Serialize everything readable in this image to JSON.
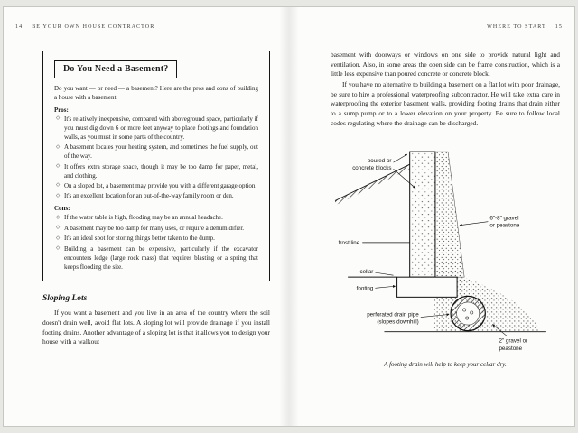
{
  "left_page": {
    "header": {
      "page_number": "14",
      "running_title": "BE YOUR OWN HOUSE CONTRACTOR"
    },
    "box": {
      "title": "Do You Need a Basement?",
      "intro": "Do you want — or need — a basement? Here are the pros and cons of building a house with a basement.",
      "bullet": "◇",
      "pros_label": "Pros:",
      "pros": [
        "It's relatively inexpensive, compared with aboveground space, particularly if you must dig down 6 or more feet anyway to place footings and foundation walls, as you must in some parts of the country.",
        "A basement locates your heating system, and sometimes the fuel supply, out of the way.",
        "It offers extra storage space, though it may be too damp for paper, metal, and clothing.",
        "On a sloped lot, a basement may provide you with a different garage option.",
        "It's an excellent location for an out-of-the-way family room or den."
      ],
      "cons_label": "Cons:",
      "cons": [
        "If the water table is high, flooding may be an annual headache.",
        "A basement may be too damp for many uses, or require a dehumidifier.",
        "It's an ideal spot for storing things better taken to the dump.",
        "Building a basement can be expensive, particularly if the excavator encounters ledge (large rock mass) that requires blasting or a spring that keeps flooding the site."
      ]
    },
    "section": {
      "heading": "Sloping Lots",
      "body": "If you want a basement and you live in an area of the country where the soil doesn't drain well, avoid flat lots. A sloping lot will provide drainage if you install footing drains. Another advantage of a sloping lot is that it allows you to design your house with a walkout"
    }
  },
  "right_page": {
    "header": {
      "running_title": "WHERE TO START",
      "page_number": "15"
    },
    "para1": "basement with doorways or windows on one side to provide natural light and ventilation. Also, in some areas the open side can be frame construction, which is a little less expensive than poured concrete or concrete block.",
    "para2": "If you have no alternative to building a basement on a flat lot with poor drainage, be sure to hire a professional waterproofing subcontractor. He will take extra care in waterproofing the exterior basement walls, providing footing drains that drain either to a sump pump or to a lower elevation on your property. Be sure to follow local codes regulating where the drainage can be discharged.",
    "diagram": {
      "labels": {
        "blocks_1": "poured or",
        "blocks_2": "concrete blocks",
        "gravel_top_1": "6\"-8\" gravel",
        "gravel_top_2": "or peastone",
        "frost_line": "frost line",
        "cellar": "cellar",
        "footing": "footing",
        "pipe_1": "perforated drain pipe",
        "pipe_2": "(slopes downhill)",
        "gravel_bottom_1": "2\" gravel or",
        "gravel_bottom_2": "peastone"
      },
      "caption": "A footing drain will help to keep your cellar dry."
    }
  }
}
